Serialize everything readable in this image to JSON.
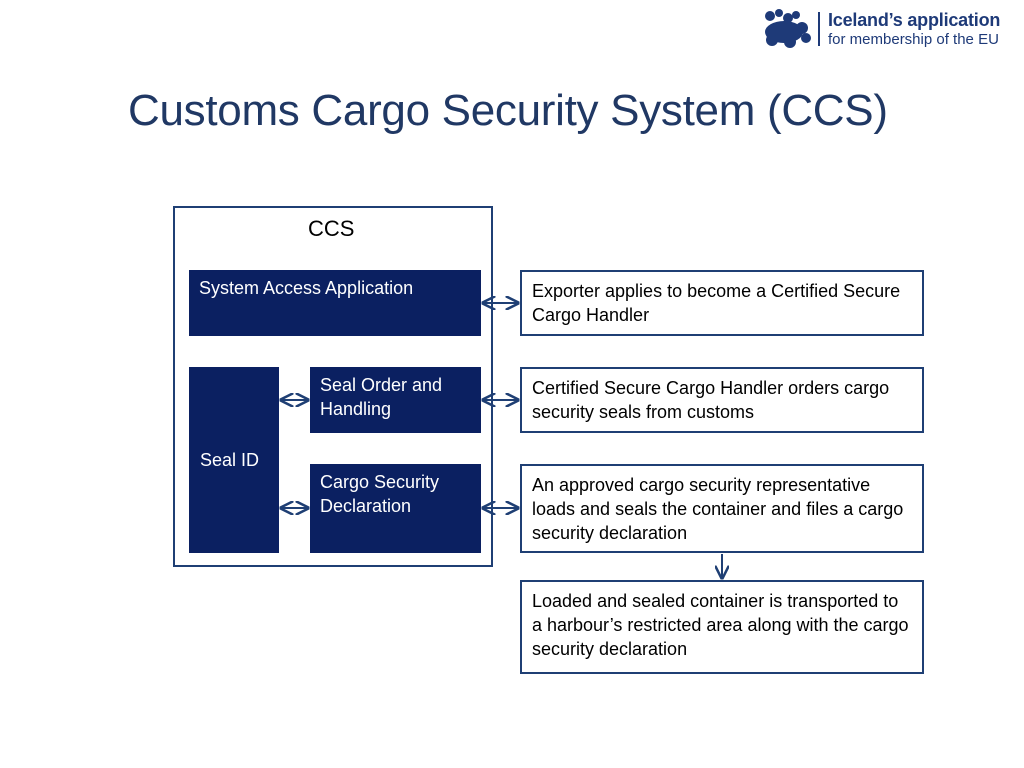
{
  "logo": {
    "line1": "Iceland’s application",
    "line2": "for membership of the EU"
  },
  "slide": {
    "title": "Customs Cargo Security System (CCS)"
  },
  "diagram": {
    "container_label": "CCS",
    "internal": {
      "system_access": "System Access Application",
      "seal_id": "Seal ID",
      "seal_order": "Seal Order and Handling",
      "cargo_declaration": "Cargo Security Declaration"
    },
    "external": {
      "exporter": "Exporter applies to become  a Certified Secure Cargo Handler",
      "handler_orders": "Certified Secure Cargo Handler orders cargo security seals from customs",
      "representative": "An approved cargo security representative loads and seals the container and files a cargo security declaration",
      "transport": "Loaded and sealed container is transported to a harbour’s restricted area along with the cargo security declaration"
    }
  },
  "colors": {
    "navy": "#0b2061",
    "border": "#1f3f74",
    "title": "#203864",
    "logo_blue": "#1e3a78"
  }
}
